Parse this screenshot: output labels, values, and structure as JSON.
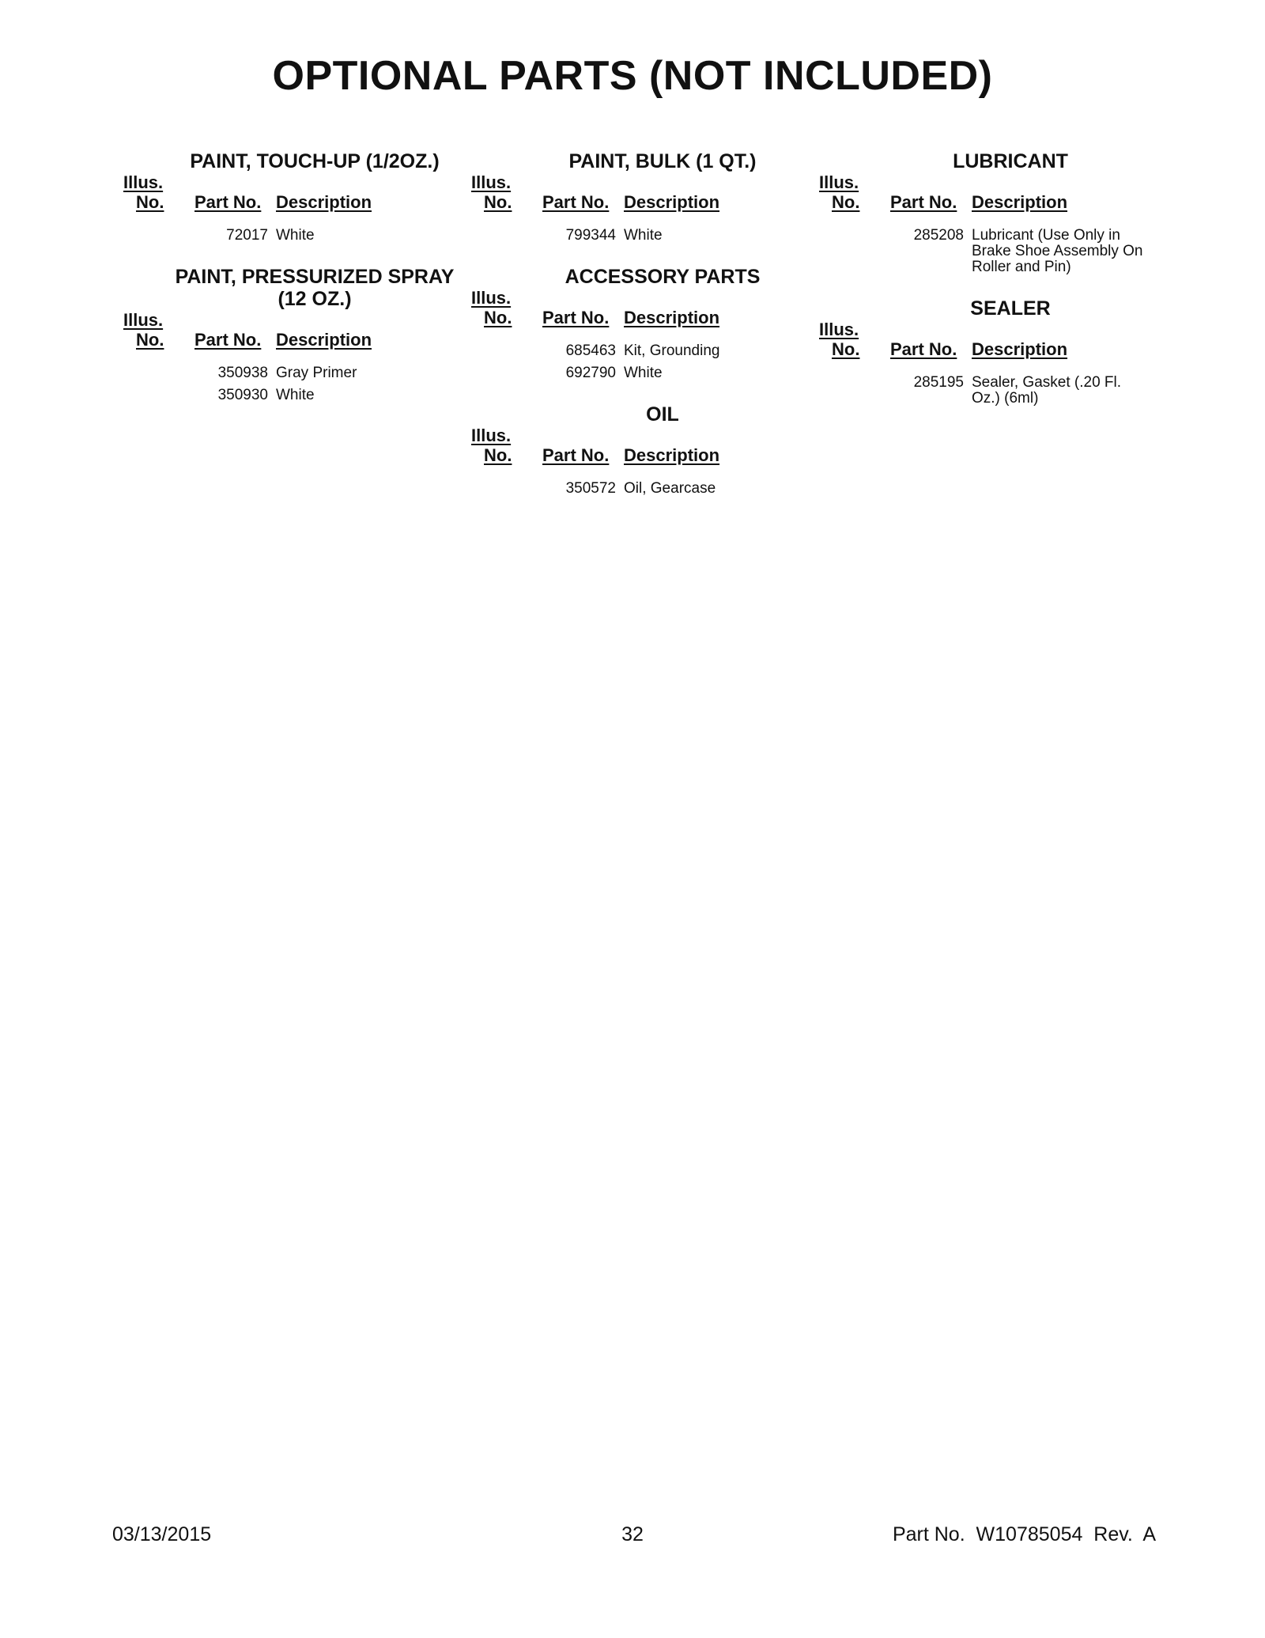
{
  "title": "OPTIONAL PARTS (NOT INCLUDED)",
  "headers": {
    "illus": "Illus.",
    "no": "No.",
    "part_no": "Part No.",
    "description": "Description"
  },
  "sections": {
    "touch_up": {
      "title": "PAINT, TOUCH-UP (1/2OZ.)",
      "rows": [
        {
          "part_no": "72017",
          "description": "White"
        }
      ]
    },
    "pressurized": {
      "title": "PAINT, PRESSURIZED SPRAY (12 OZ.)",
      "rows": [
        {
          "part_no": "350938",
          "description": "Gray Primer"
        },
        {
          "part_no": "350930",
          "description": "White"
        }
      ]
    },
    "bulk": {
      "title": "PAINT, BULK (1 QT.)",
      "rows": [
        {
          "part_no": "799344",
          "description": "White"
        }
      ]
    },
    "accessory": {
      "title": "ACCESSORY PARTS",
      "rows": [
        {
          "part_no": "685463",
          "description": "Kit, Grounding"
        },
        {
          "part_no": "692790",
          "description": "White"
        }
      ]
    },
    "oil": {
      "title": "OIL",
      "rows": [
        {
          "part_no": "350572",
          "description": "Oil, Gearcase"
        }
      ]
    },
    "lubricant": {
      "title": "LUBRICANT",
      "rows": [
        {
          "part_no": "285208",
          "description": "Lubricant (Use Only in Brake Shoe Assembly On Roller and Pin)"
        }
      ]
    },
    "sealer": {
      "title": "SEALER",
      "rows": [
        {
          "part_no": "285195",
          "description": "Sealer, Gasket (.20 Fl. Oz.) (6ml)"
        }
      ]
    }
  },
  "footer": {
    "date": "03/13/2015",
    "page": "32",
    "part_ref": "Part No.  W10785054  Rev.  A"
  }
}
